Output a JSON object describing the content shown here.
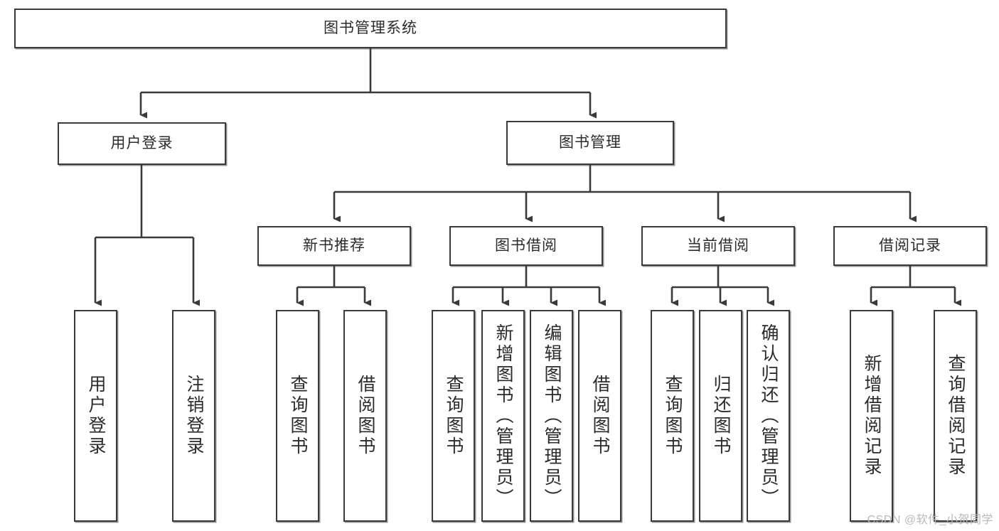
{
  "diagram": {
    "type": "tree-hierarchy",
    "root": {
      "id": "root",
      "label": "图书管理系统"
    },
    "level1": [
      {
        "id": "user-login",
        "label": "用户登录"
      },
      {
        "id": "book-management",
        "label": "图书管理"
      }
    ],
    "level2": [
      {
        "id": "new-book-recommend",
        "label": "新书推荐",
        "parent": "book-management"
      },
      {
        "id": "book-borrow",
        "label": "图书借阅",
        "parent": "book-management"
      },
      {
        "id": "current-borrow",
        "label": "当前借阅",
        "parent": "book-management"
      },
      {
        "id": "borrow-record",
        "label": "借阅记录",
        "parent": "book-management"
      }
    ],
    "leaves": [
      {
        "id": "leaf-user-login",
        "label": "用户登录",
        "parent": "user-login"
      },
      {
        "id": "leaf-logout",
        "label": "注销登录",
        "parent": "user-login"
      },
      {
        "id": "leaf-query-book-1",
        "label": "查询图书",
        "parent": "new-book-recommend"
      },
      {
        "id": "leaf-borrow-book-1",
        "label": "借阅图书",
        "parent": "new-book-recommend"
      },
      {
        "id": "leaf-query-book-2",
        "label": "查询图书",
        "parent": "book-borrow"
      },
      {
        "id": "leaf-add-book",
        "label": "新增图书（管理员）",
        "parent": "book-borrow"
      },
      {
        "id": "leaf-edit-book",
        "label": "编辑图书（管理员）",
        "parent": "book-borrow"
      },
      {
        "id": "leaf-borrow-book-2",
        "label": "借阅图书",
        "parent": "book-borrow"
      },
      {
        "id": "leaf-query-book-3",
        "label": "查询图书",
        "parent": "current-borrow"
      },
      {
        "id": "leaf-return-book",
        "label": "归还图书",
        "parent": "current-borrow"
      },
      {
        "id": "leaf-confirm-return",
        "label": "确认归还（管理员）",
        "parent": "current-borrow"
      },
      {
        "id": "leaf-add-record",
        "label": "新增借阅记录",
        "parent": "borrow-record"
      },
      {
        "id": "leaf-query-record",
        "label": "查询借阅记录",
        "parent": "borrow-record"
      }
    ],
    "watermark": "CSDN @软件_小贺同学",
    "colors": {
      "stroke": "#3a3a3a",
      "text": "#2b2b2b",
      "background": "#ffffff",
      "watermark": "#b9b9b9"
    }
  }
}
